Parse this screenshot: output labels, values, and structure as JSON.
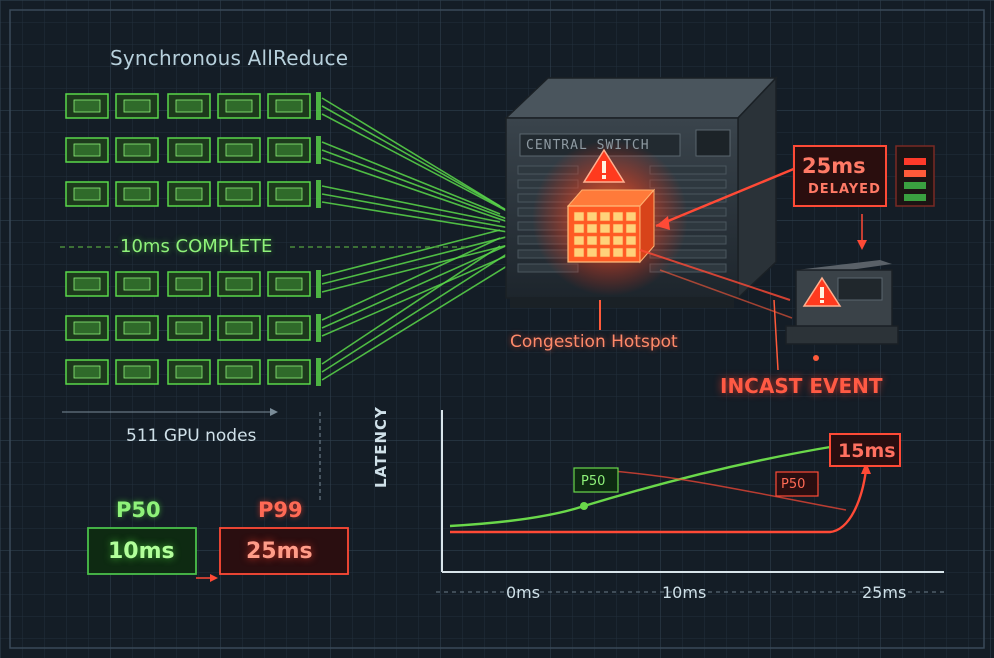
{
  "title": "Synchronous AllReduce",
  "complete_label": "10ms COMPLETE",
  "nodes_label": "511 GPU nodes",
  "switch_label": "CENTRAL SWITCH",
  "delayed": {
    "value": "25ms",
    "label": "DELAYED"
  },
  "hotspot_label": "Congestion Hotspot",
  "incast_label": "INCAST EVENT",
  "p50_panel": {
    "label": "P50",
    "value": "10ms"
  },
  "p99_panel": {
    "label": "P99",
    "value": "25ms"
  },
  "latency_chart": {
    "ylabel": "LATENCY",
    "x_ticks": [
      "0ms",
      "10ms",
      "25ms"
    ],
    "green_label": "P50",
    "red_label": "P50",
    "peak_label": "15ms"
  },
  "colors": {
    "background": "#141d26",
    "ok_green": "#5fe04a",
    "alert_red": "#ff4a36",
    "grid": "#2c3b48"
  }
}
